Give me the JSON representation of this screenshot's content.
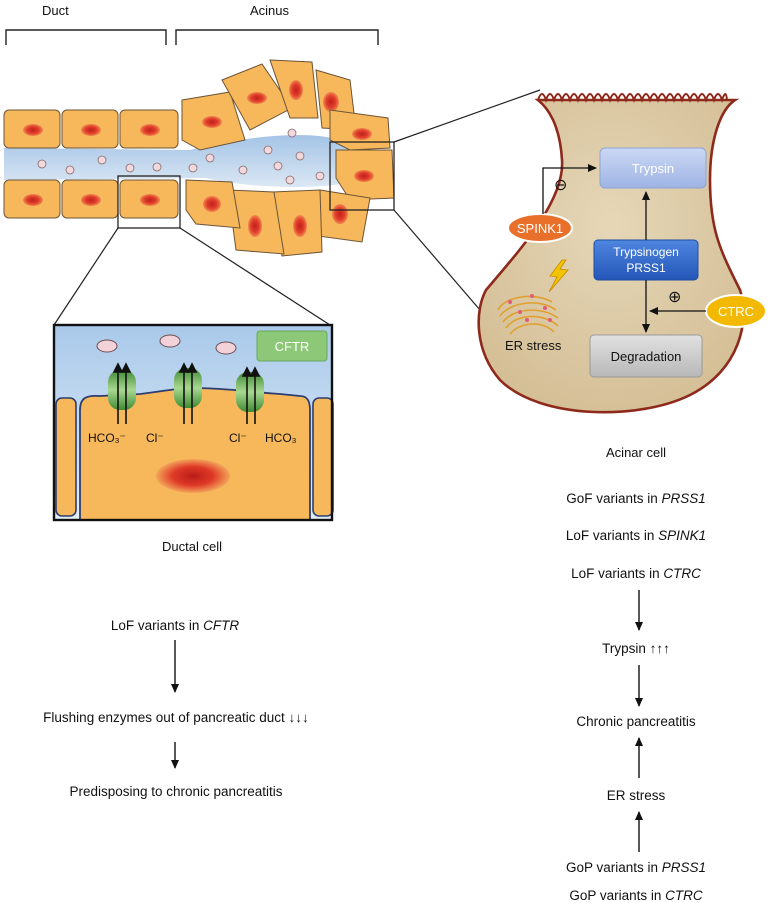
{
  "region_labels": {
    "duct": "Duct",
    "acinus": "Acinus"
  },
  "ductal_inset": {
    "cftr_label": "CFTR",
    "ion_labels": [
      "HCO₃⁻",
      "Cl⁻",
      "Cl⁻",
      "HCO₃"
    ],
    "caption": "Ductal cell"
  },
  "acinar_inset": {
    "trypsin": "Trypsin",
    "trypsinogen_line1": "Trypsinogen",
    "trypsinogen_line2": "PRSS1",
    "spink1": "SPINK1",
    "ctrc": "CTRC",
    "degradation": "Degradation",
    "er_stress": "ER stress",
    "inhibit_symbol": "⊖",
    "promote_symbol": "⊕",
    "caption": "Acinar cell"
  },
  "left_flow": {
    "step1_prefix": "LoF variants in ",
    "step1_gene": "CFTR",
    "step2": "Flushing enzymes out of pancreatic duct ↓↓↓",
    "step3": "Predisposing to chronic pancreatitis"
  },
  "right_flow": {
    "v1_prefix": "GoF variants in ",
    "v1_gene": "PRSS1",
    "v2_prefix": "LoF variants in ",
    "v2_gene": "SPINK1",
    "v3_prefix": "LoF variants in ",
    "v3_gene": "CTRC",
    "trypsin_up": "Trypsin ↑↑↑",
    "chronic": "Chronic pancreatitis",
    "er_stress": "ER stress",
    "v4_prefix": "GoP variants in ",
    "v4_gene": "PRSS1",
    "v5_prefix": "GoP variants in ",
    "v5_gene": "CTRC"
  },
  "colors": {
    "cell_fill": "#f6b85a",
    "nucleus": "#d8322a",
    "lumen": "#c9ddf0",
    "acinar_fill": "#dcc9a6",
    "acinar_border": "#8e2a1c",
    "trypsin_box": "#b8c8ec",
    "trypsinogen_box": "#2f6bd0",
    "spink1": "#e8702a",
    "ctrc": "#f2b900",
    "degradation_box": "#d0d0d0",
    "cftr_box": "#8cc878"
  }
}
